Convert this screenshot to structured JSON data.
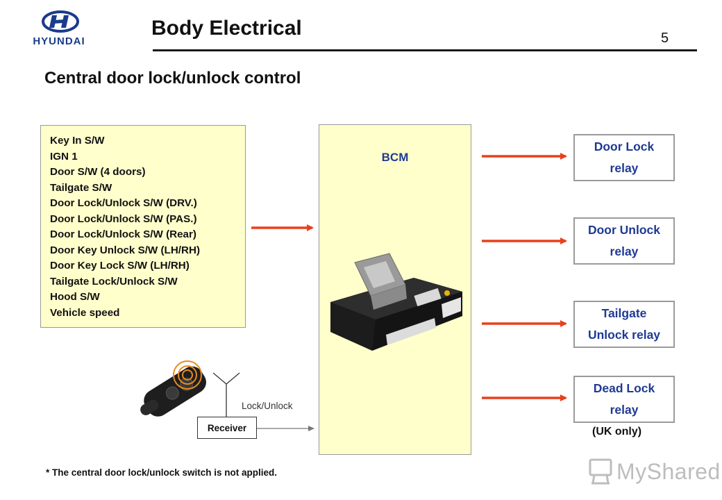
{
  "header": {
    "brand": "HYUNDAI",
    "title": "Body Electrical",
    "page_number": "5"
  },
  "section_title": "Central door lock/unlock control",
  "inputs": [
    "Key In S/W",
    "IGN 1",
    "Door S/W (4 doors)",
    "Tailgate S/W",
    "Door Lock/Unlock S/W (DRV.)",
    "Door Lock/Unlock S/W (PAS.)",
    "Door Lock/Unlock S/W (Rear)",
    "Door Key Unlock S/W (LH/RH)",
    "Door Key Lock S/W (LH/RH)",
    "Tailgate Lock/Unlock S/W",
    "Hood S/W",
    "Vehicle speed"
  ],
  "bcm": {
    "label": "BCM"
  },
  "relays": [
    {
      "line1": "Door Lock",
      "line2": "relay"
    },
    {
      "line1": "Door Unlock",
      "line2": "relay"
    },
    {
      "line1": "Tailgate",
      "line2": "Unlock relay"
    },
    {
      "line1": "Dead Lock",
      "line2": "relay"
    }
  ],
  "relay_note": "(UK only)",
  "receiver": {
    "label": "Receiver",
    "signal_label": "Lock/Unlock"
  },
  "footnote": "*  The central door lock/unlock switch is not applied.",
  "watermark": "MyShared",
  "colors": {
    "arrow": "#e8401c",
    "relay_text": "#1f3a93",
    "box_fill": "#ffffcc"
  }
}
